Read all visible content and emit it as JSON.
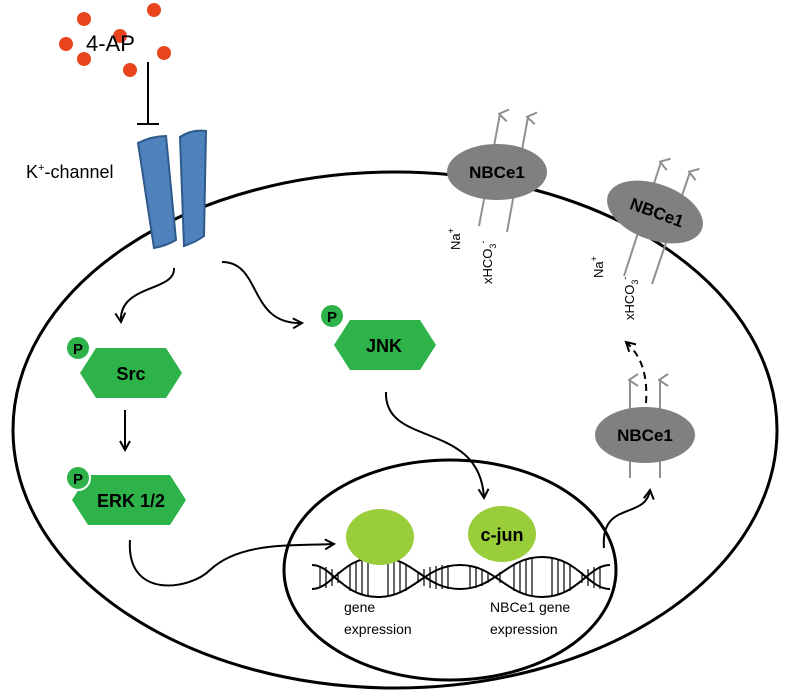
{
  "stimulus": {
    "label": "4-AP"
  },
  "channel": {
    "label_main": "K",
    "label_sup": "+",
    "label_rest": "-channel"
  },
  "kinases": {
    "phospho_label": "P",
    "src": "Src",
    "erk": "ERK 1/2",
    "jnk": "JNK"
  },
  "nucleus": {
    "tf_label": "c-jun",
    "gene_label_1a": "gene",
    "gene_label_1b": "expression",
    "gene_label_2a": "NBCe1 gene",
    "gene_label_2b": "expression"
  },
  "transporters": {
    "label": "NBCe1",
    "ion_na": "Na",
    "ion_na_sup": "+",
    "ion_hco3": "xHCO",
    "ion_hco3_sub": "3",
    "ion_hco3_sup": "-"
  },
  "colors": {
    "stimulus_dot": "#E8451E",
    "channel": "#4F81BD",
    "kinase": "#2DB34A",
    "tf_blob": "#9ACD3A",
    "transporter": "#808080",
    "arrow_gray": "#909090"
  }
}
